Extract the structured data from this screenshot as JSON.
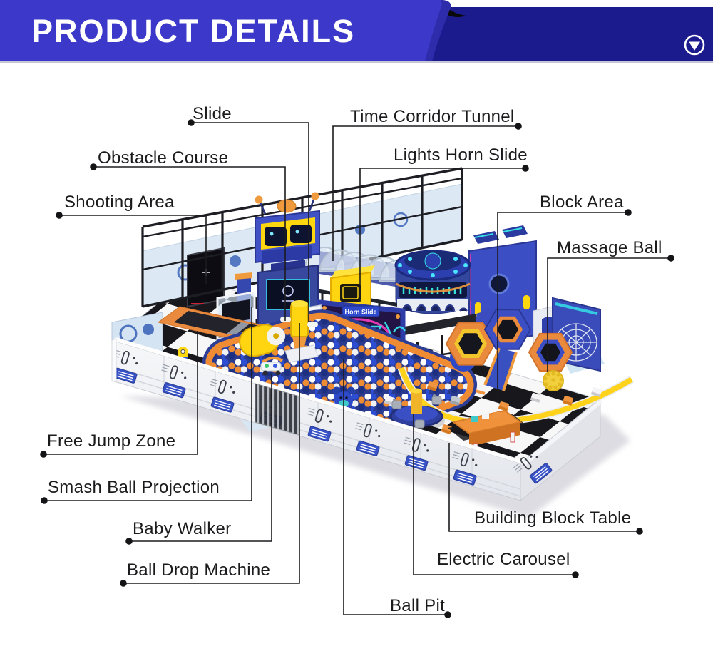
{
  "header": {
    "title": "PRODUCT DETAILS",
    "ribbon_color": "#3b38ca",
    "band_color": "#1b1b8e",
    "collapse_icon": "circle-down-arrow-icon"
  },
  "diagram": {
    "alt": "Isometric 3D render of a blue space-themed indoor playground with black and white checkered floor, ball pit, trampolines and play machines, annotated with callout labels",
    "sign_horn_slide": "Horn Slide",
    "callouts": [
      {
        "text": "Slide"
      },
      {
        "text": "Time Corridor Tunnel"
      },
      {
        "text": "Obstacle Course"
      },
      {
        "text": "Lights Horn Slide"
      },
      {
        "text": "Shooting Area"
      },
      {
        "text": "Block Area"
      },
      {
        "text": "Massage Ball"
      },
      {
        "text": "Free Jump Zone"
      },
      {
        "text": "Smash Ball Projection"
      },
      {
        "text": "Baby Walker"
      },
      {
        "text": "Ball Drop Machine"
      },
      {
        "text": "Building Block Table"
      },
      {
        "text": "Electric Carousel"
      },
      {
        "text": "Ball Pit"
      }
    ]
  }
}
